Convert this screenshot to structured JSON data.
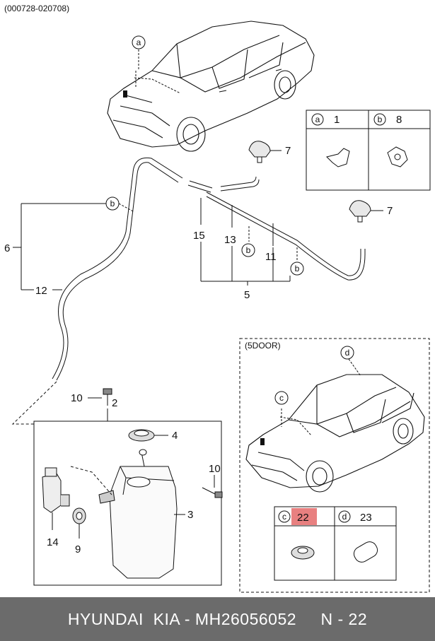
{
  "diagram": {
    "code": "(000728-020708)",
    "callouts": {
      "a": "a",
      "b": "b",
      "c": "c",
      "d": "d"
    },
    "parts": {
      "p1": "1",
      "p2": "2",
      "p3": "3",
      "p4": "4",
      "p5": "5",
      "p6": "6",
      "p7a": "7",
      "p7b": "7",
      "p8": "8",
      "p9": "9",
      "p10a": "10",
      "p10b": "10",
      "p11": "11",
      "p12": "12",
      "p13": "13",
      "p14": "14",
      "p15": "15",
      "p22": "22",
      "p23": "23"
    },
    "inset_label": "(5DOOR)",
    "highlight_color": "#e88080"
  },
  "footer": {
    "text": "HYUNDAI  KIA - MH26056052     N - 22"
  }
}
